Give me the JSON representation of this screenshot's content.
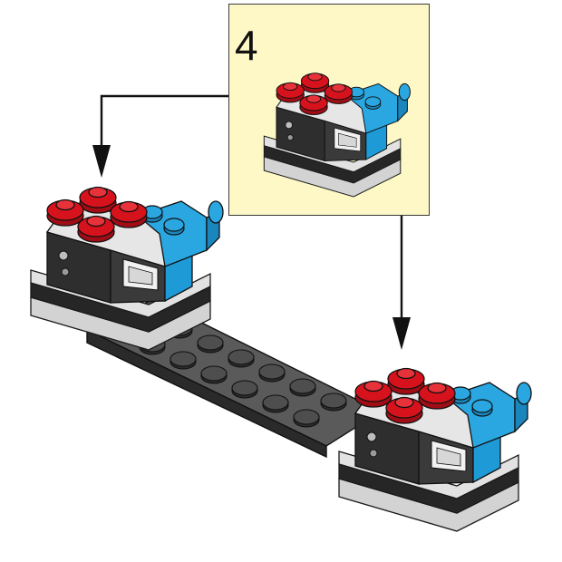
{
  "step": {
    "number": "4"
  },
  "colors": {
    "callout_background": "#fdf8c6",
    "callout_border": "#3a3a3a",
    "brick_red": "#d6121c",
    "brick_blue": "#1f9ed9",
    "brick_black": "#2b2b2b",
    "plate_dark_gray": "#585858",
    "plate_light_gray": "#cfcfcf",
    "arrow": "#111111"
  },
  "assembly": {
    "callout_subassembly": "red-and-blue-stud-module",
    "targets": [
      "left-end-module",
      "right-end-module"
    ],
    "base": "dark-gray-long-plate"
  }
}
